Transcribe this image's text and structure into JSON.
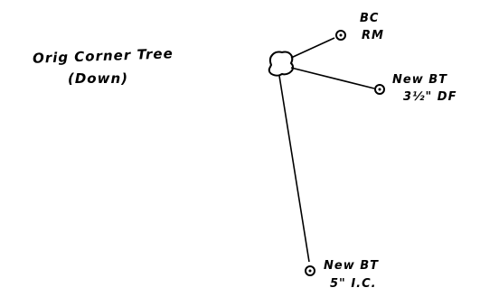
{
  "diagram": {
    "corner_label_line1": "Orig Corner Tree",
    "corner_label_line2": "(Down)",
    "bearing_trees": [
      {
        "line1": "BC",
        "line2": "RM"
      },
      {
        "line1": "New BT",
        "line2": "3½\" DF"
      },
      {
        "line1": "New BT",
        "line2": "5\" I.C."
      }
    ],
    "ink_color": "#000000"
  }
}
